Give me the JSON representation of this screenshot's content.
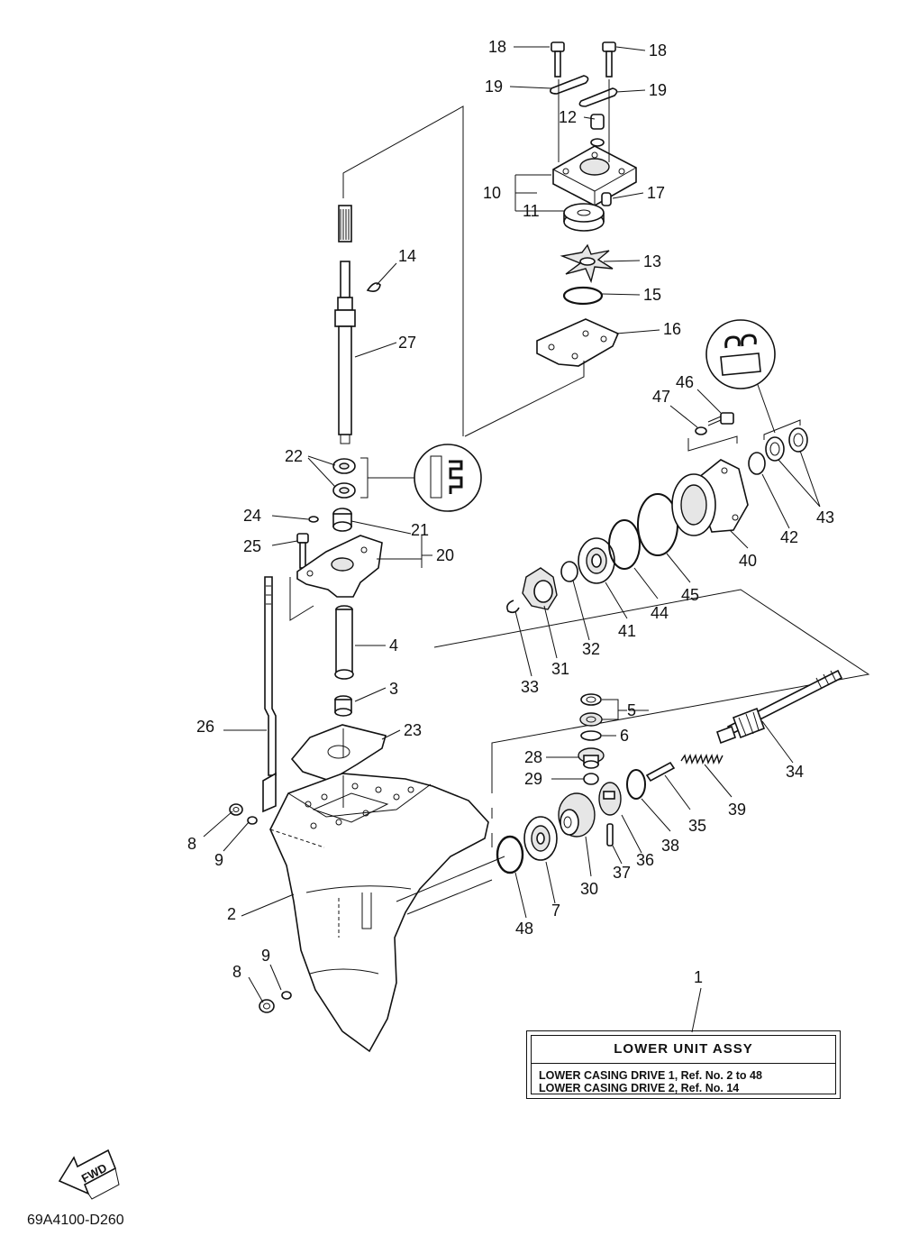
{
  "callouts": [
    {
      "n": "1"
    },
    {
      "n": "2"
    },
    {
      "n": "3"
    },
    {
      "n": "4"
    },
    {
      "n": "5"
    },
    {
      "n": "6"
    },
    {
      "n": "7"
    },
    {
      "n": "8"
    },
    {
      "n": "8"
    },
    {
      "n": "9"
    },
    {
      "n": "9"
    },
    {
      "n": "10"
    },
    {
      "n": "11"
    },
    {
      "n": "12"
    },
    {
      "n": "13"
    },
    {
      "n": "14"
    },
    {
      "n": "15"
    },
    {
      "n": "16"
    },
    {
      "n": "17"
    },
    {
      "n": "18"
    },
    {
      "n": "18"
    },
    {
      "n": "19"
    },
    {
      "n": "19"
    },
    {
      "n": "20"
    },
    {
      "n": "21"
    },
    {
      "n": "22"
    },
    {
      "n": "23"
    },
    {
      "n": "24"
    },
    {
      "n": "25"
    },
    {
      "n": "26"
    },
    {
      "n": "27"
    },
    {
      "n": "28"
    },
    {
      "n": "29"
    },
    {
      "n": "30"
    },
    {
      "n": "31"
    },
    {
      "n": "32"
    },
    {
      "n": "33"
    },
    {
      "n": "34"
    },
    {
      "n": "35"
    },
    {
      "n": "36"
    },
    {
      "n": "37"
    },
    {
      "n": "38"
    },
    {
      "n": "39"
    },
    {
      "n": "40"
    },
    {
      "n": "41"
    },
    {
      "n": "42"
    },
    {
      "n": "43"
    },
    {
      "n": "44"
    },
    {
      "n": "45"
    },
    {
      "n": "46"
    },
    {
      "n": "47"
    },
    {
      "n": "48"
    }
  ],
  "assembly_box": {
    "title": "LOWER UNIT ASSY",
    "line1": "LOWER CASING DRIVE 1, Ref. No. 2 to 48",
    "line2": "LOWER CASING DRIVE 2, Ref. No. 14"
  },
  "fwd_label": "FWD",
  "diagram_code": "69A4100-D260"
}
